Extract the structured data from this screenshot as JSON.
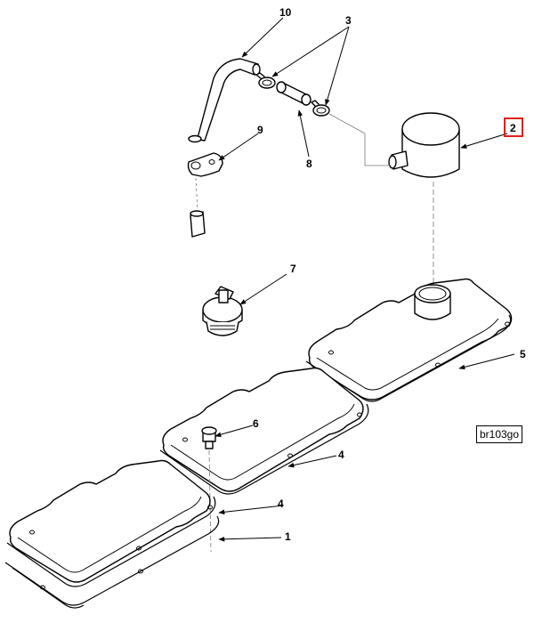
{
  "diagram": {
    "callouts": [
      {
        "id": "1",
        "label": "1"
      },
      {
        "id": "2",
        "label": "2",
        "highlighted": true
      },
      {
        "id": "3",
        "label": "3"
      },
      {
        "id": "4a",
        "label": "4"
      },
      {
        "id": "4b",
        "label": "4"
      },
      {
        "id": "5",
        "label": "5"
      },
      {
        "id": "6",
        "label": "6"
      },
      {
        "id": "7",
        "label": "7"
      },
      {
        "id": "8",
        "label": "8"
      },
      {
        "id": "9",
        "label": "9"
      },
      {
        "id": "10",
        "label": "10"
      }
    ],
    "figure_id": "br103go",
    "highlight_color": "#e0201a"
  }
}
